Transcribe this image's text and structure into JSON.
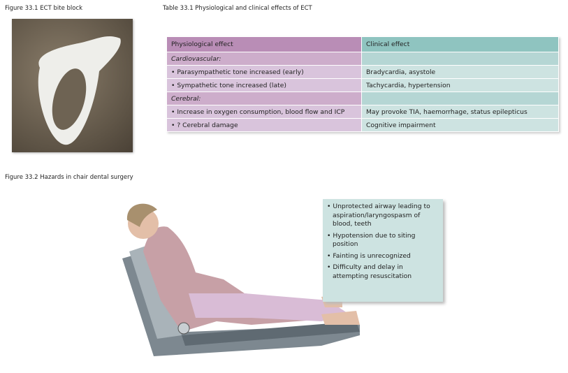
{
  "figure1": {
    "caption": "Figure 33.1   ECT bite block"
  },
  "table": {
    "caption": "Table 33.1   Physiological and clinical effects of ECT",
    "headers": [
      "Physiological effect",
      "Clinical effect"
    ],
    "rows": [
      [
        "Cardiovascular:",
        ""
      ],
      [
        "• Parasympathetic tone increased (early)",
        "Bradycardia, asystole"
      ],
      [
        "• Sympathetic tone increased (late)",
        "Tachycardia, hypertension"
      ],
      [
        "Cerebral:",
        ""
      ],
      [
        "• Increase in oxygen consumption, blood flow and ICP",
        "May provoke TIA, haemorrhage, status epilepticus"
      ],
      [
        "• ? Cerebral damage",
        "Cognitive impairment"
      ]
    ]
  },
  "figure2": {
    "caption": "Figure 33.2   Hazards in chair dental surgery",
    "hazards": [
      "• Unprotected airway leading to aspiration/laryngospasm of blood, teeth",
      "• Hypotension due to siting position",
      "• Fainting is unrecognized",
      "• Difficulty and delay in attempting resuscitation"
    ]
  }
}
